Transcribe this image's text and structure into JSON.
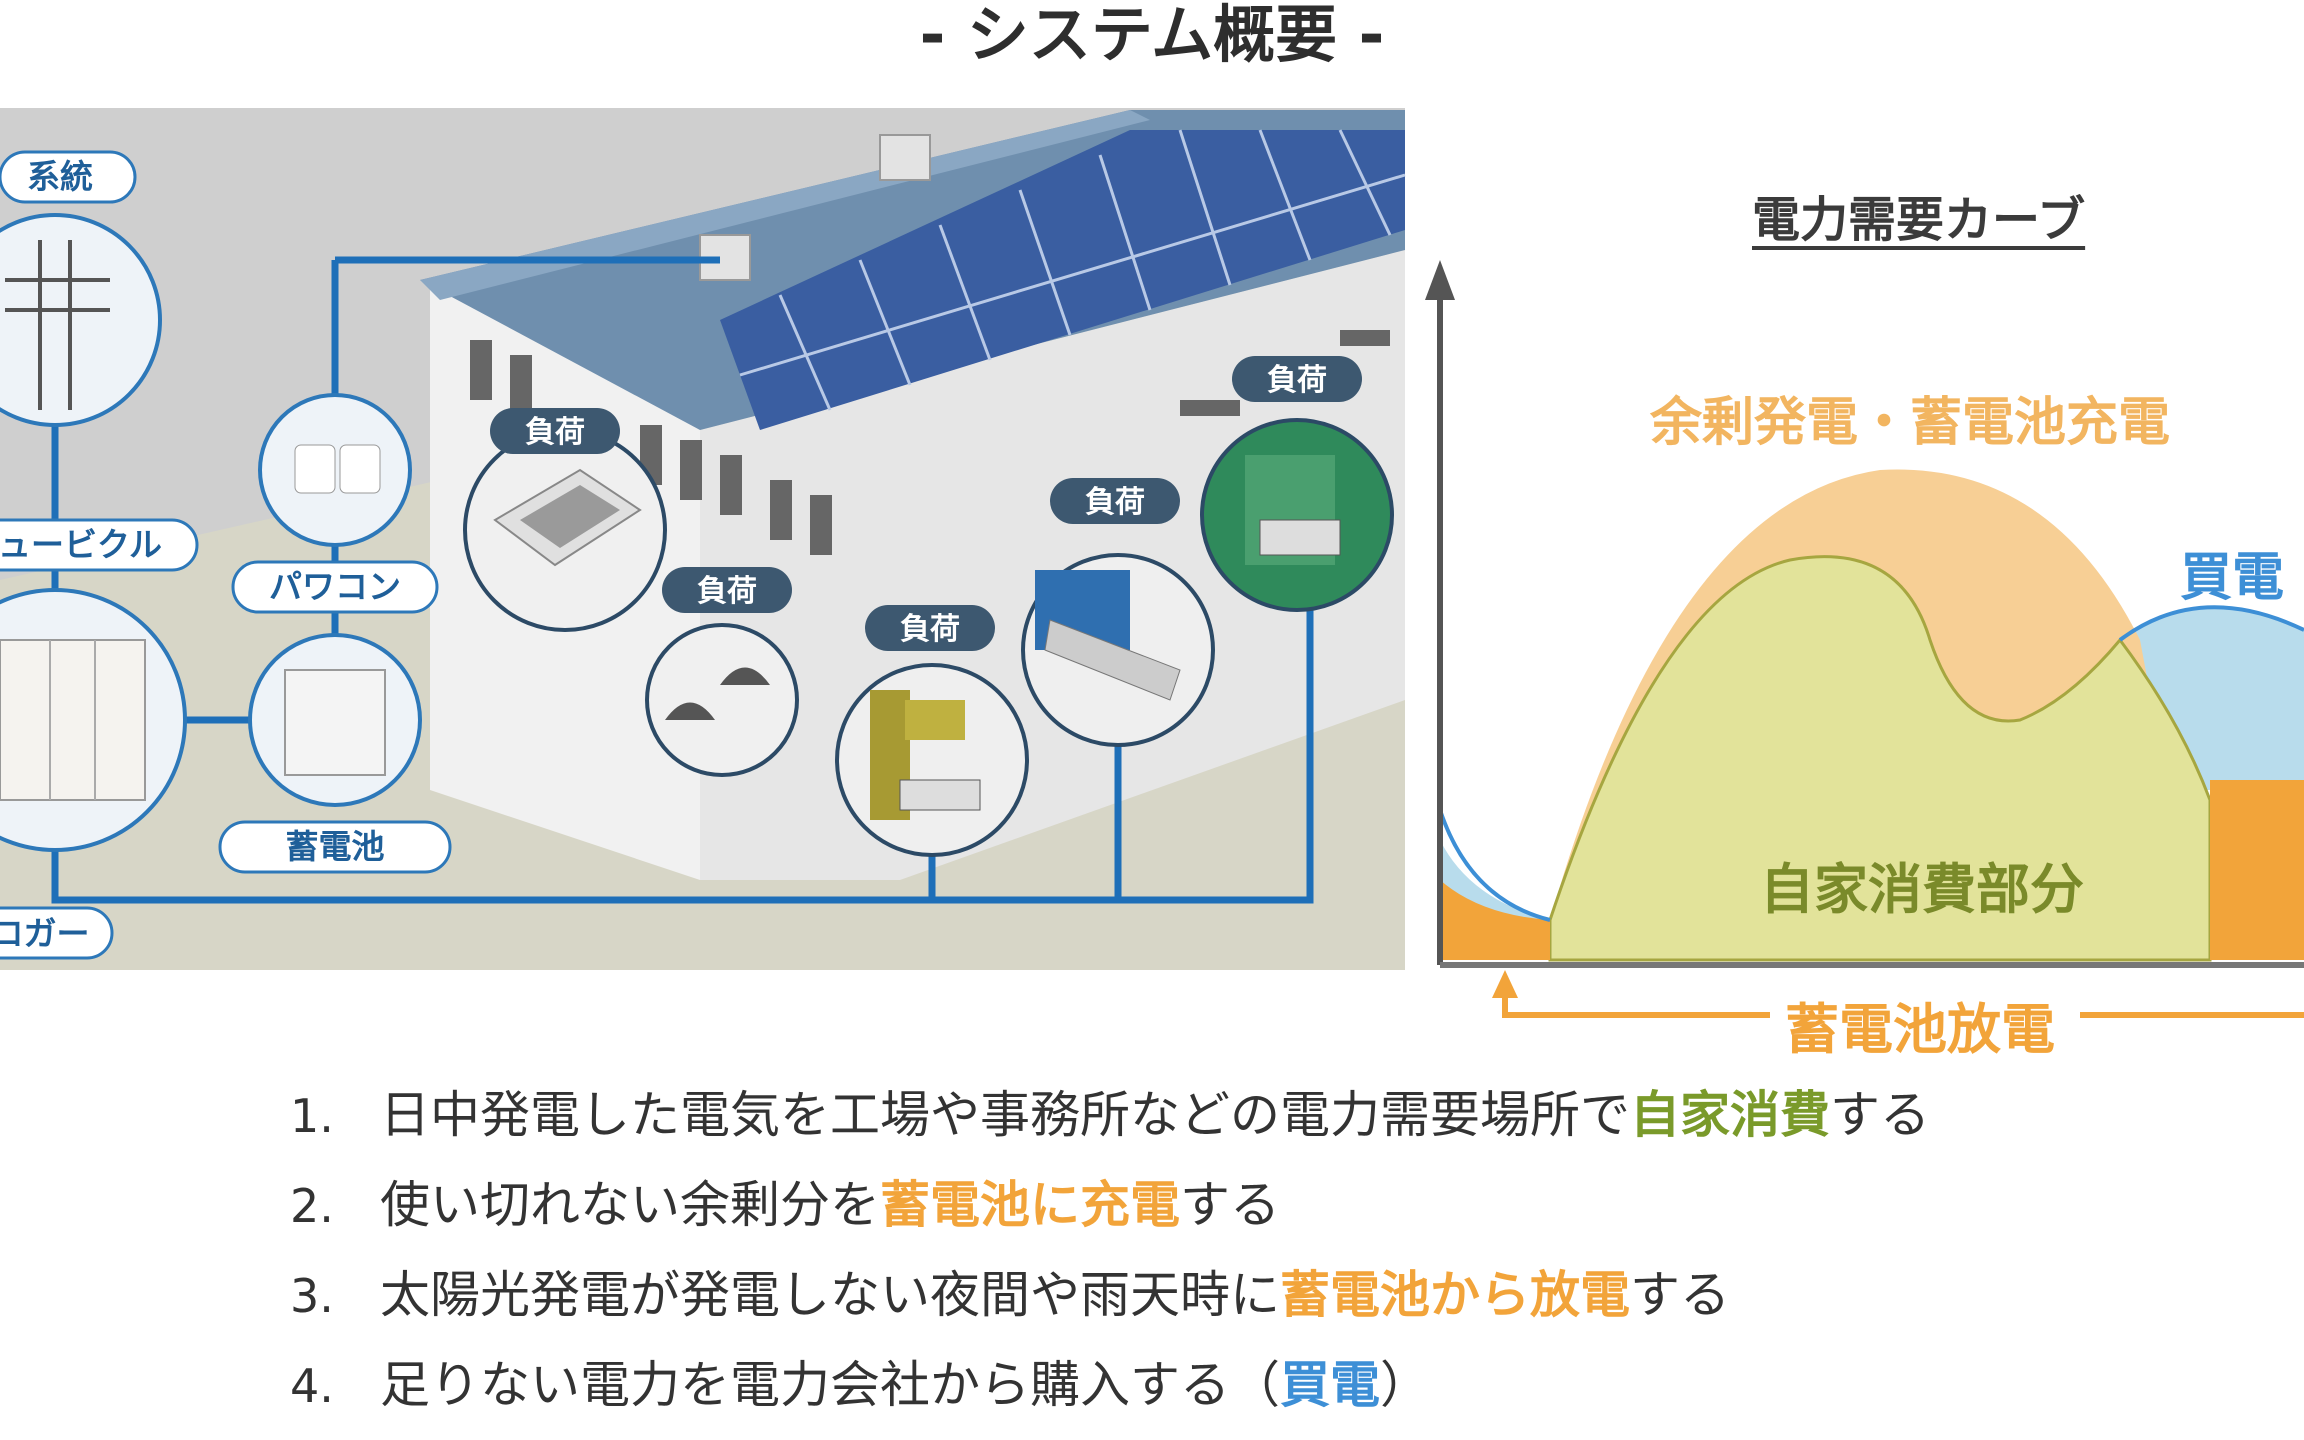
{
  "page": {
    "title": "- システム概要 -"
  },
  "diagram": {
    "nodes": {
      "grid": "系統",
      "cubicle": "ュービクル",
      "pcs": "パワコン",
      "battery": "蓄電池",
      "logger": "ロガー"
    },
    "loads": [
      "負荷",
      "負荷",
      "負荷",
      "負荷",
      "負荷"
    ]
  },
  "curve": {
    "title": "電力需要カーブ",
    "surplus_label": "余剰発電・蓄電池充電",
    "purchase_label": "買電",
    "self_consumption_label": "自家消費部分",
    "discharge_label": "蓄電池放電",
    "colors": {
      "surplus": "#f7cf95",
      "self_consumption": "#e2e39a",
      "purchase": "#b8dcec",
      "discharge": "#f2a43a",
      "purchase_line": "#3d8fd6"
    }
  },
  "list": [
    {
      "num": "1.",
      "pre": "日中発電した電気を工場や事務所などの電力需要場所で",
      "hl": "自家消費",
      "post": "する"
    },
    {
      "num": "2.",
      "pre": "使い切れない余剰分を",
      "hl": "蓄電池に充電",
      "post": "する"
    },
    {
      "num": "3.",
      "pre": "太陽光発電が発電しない夜間や雨天時に",
      "hl": "蓄電池から放電",
      "post": "する"
    },
    {
      "num": "4.",
      "pre": "足りない電力を電力会社から購入する（",
      "hl": "買電",
      "post": "）"
    }
  ]
}
